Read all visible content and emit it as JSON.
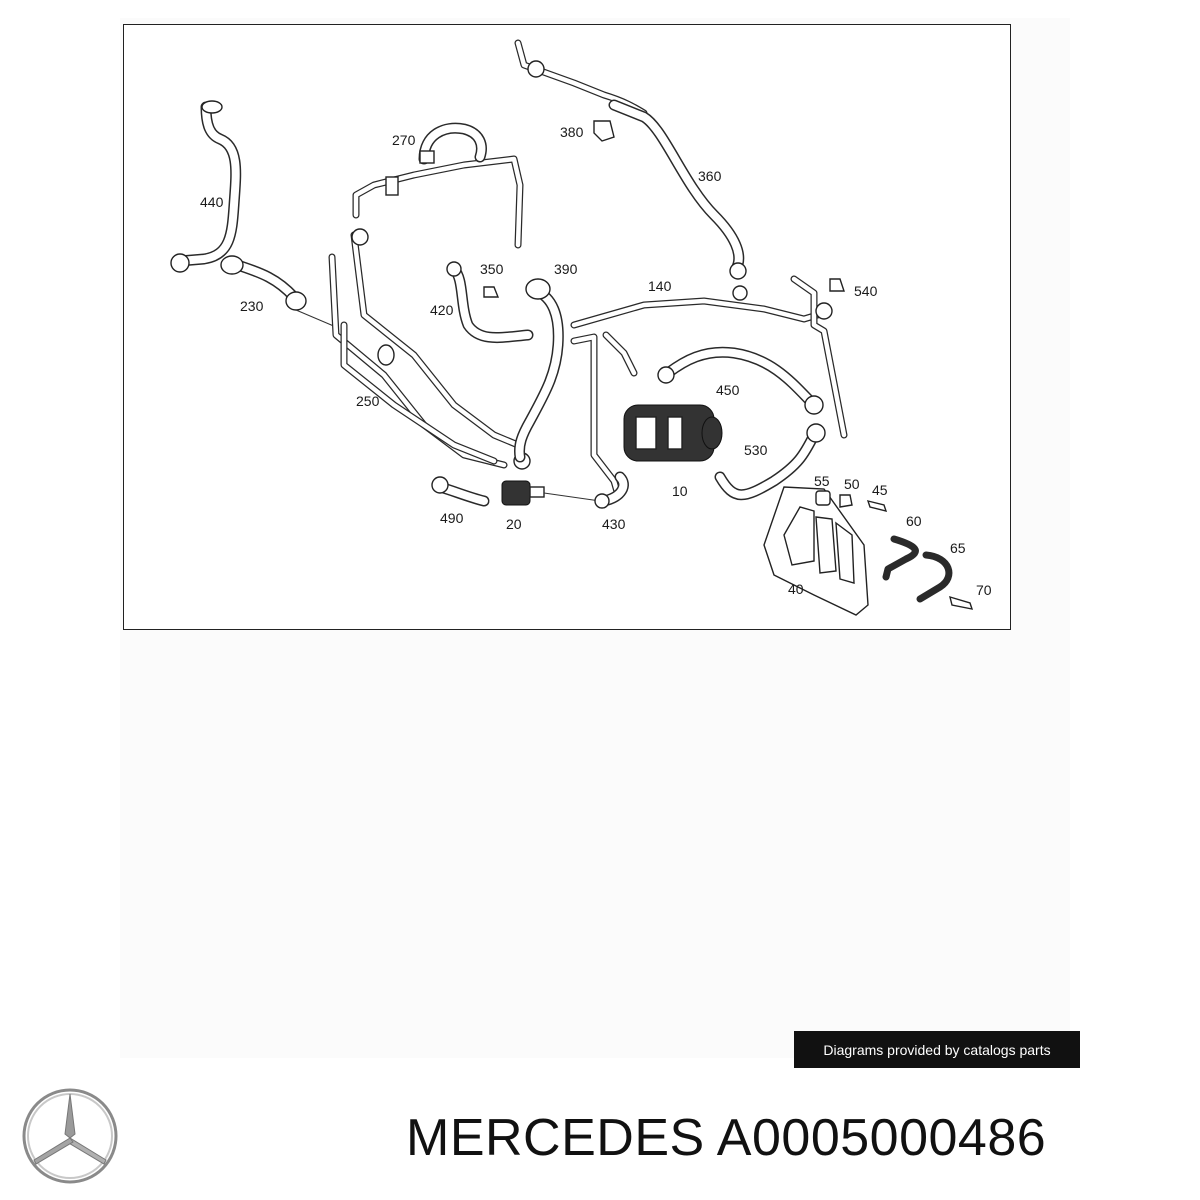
{
  "diagram": {
    "callouts": {
      "c440": "440",
      "c270": "270",
      "c380": "380",
      "c360": "360",
      "c350": "350",
      "c390": "390",
      "c230": "230",
      "c420": "420",
      "c140": "140",
      "c540": "540",
      "c450": "450",
      "c250": "250",
      "c530": "530",
      "c10": "10",
      "c55": "55",
      "c50": "50",
      "c45": "45",
      "c490": "490",
      "c20": "20",
      "c430": "430",
      "c60": "60",
      "c65": "65",
      "c40": "40",
      "c70": "70"
    }
  },
  "credit_banner": {
    "text": "Diagrams provided by catalogs parts"
  },
  "footer": {
    "brand": "MERCEDES",
    "part_number": "A0005000486"
  },
  "colors": {
    "banner_bg": "#111111",
    "banner_text": "#ffffff",
    "ink": "#111111"
  },
  "icons": {
    "logo": "mercedes-star-icon"
  }
}
